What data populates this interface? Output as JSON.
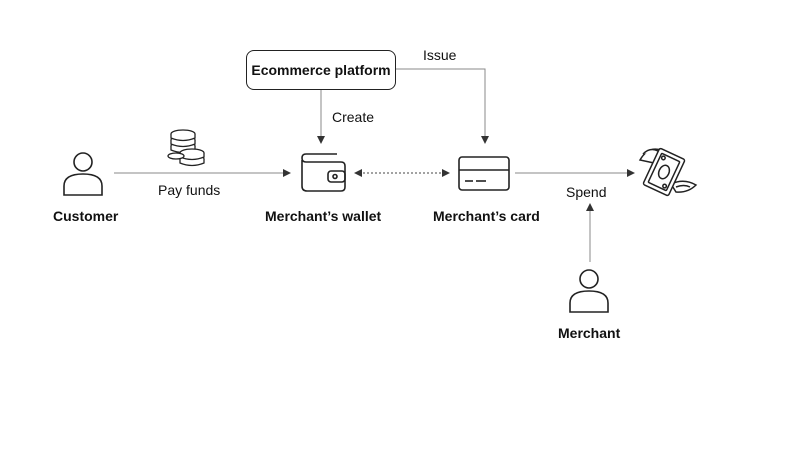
{
  "diagram": {
    "platform": {
      "label": "Ecommerce platform"
    },
    "edges": {
      "issue": "Issue",
      "create": "Create",
      "pay_funds": "Pay funds",
      "spend": "Spend"
    },
    "nodes": {
      "customer": "Customer",
      "wallet": "Merchant’s wallet",
      "card": "Merchant’s card",
      "merchant": "Merchant"
    },
    "icons": {
      "customer": "person-icon",
      "wallet": "wallet-icon",
      "card": "credit-card-icon",
      "coins": "coins-icon",
      "money": "flying-money-icon",
      "merchant": "person-icon"
    }
  }
}
